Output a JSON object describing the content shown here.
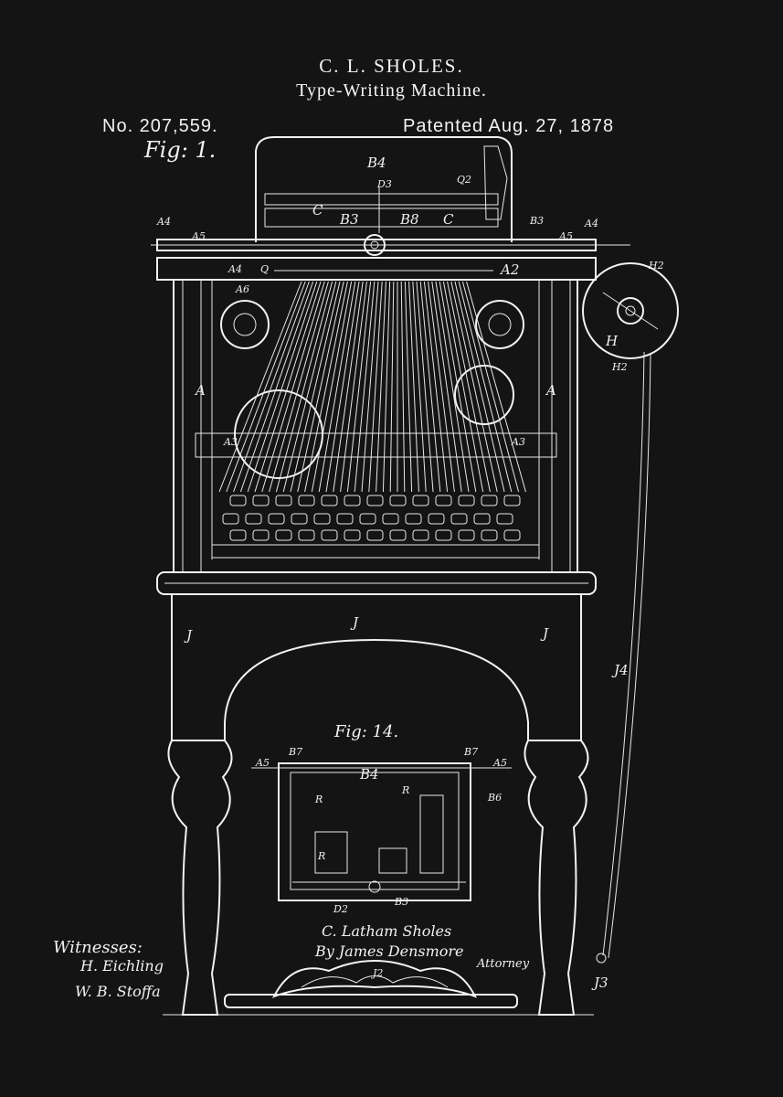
{
  "header": {
    "inventor": "C. L. SHOLES.",
    "title": "Type-Writing Machine.",
    "patent_number": "No. 207,559.",
    "patent_date": "Patented Aug. 27, 1878"
  },
  "figures": {
    "fig1": "Fig: 1.",
    "fig14": "Fig: 14."
  },
  "signatures": {
    "witnesses_label": "Witnesses:",
    "witness_1": "H. Eichling",
    "witness_2": "W. B. Stoffa",
    "inventor_signature": "C. Latham Sholes",
    "by_line": "By James Densmore",
    "attorney_label": "Attorney"
  },
  "labels": {
    "B4": "B4",
    "Q2": "Q2",
    "D3": "D3",
    "B3": "B3",
    "B8": "B8",
    "C": "C",
    "C1": "C",
    "A4": "A4",
    "A5": "A5",
    "A6": "A6",
    "A2": "A2",
    "A3": "A3",
    "A": "A",
    "H": "H",
    "H2": "H2",
    "J": "J",
    "J4": "J4",
    "J3": "J3",
    "J2": "J2",
    "B7": "B7",
    "R": "R",
    "B6": "B6",
    "D2": "D2",
    "Q": "Q"
  },
  "colors": {
    "background": "#141414",
    "ink": "#f2f2f2"
  }
}
